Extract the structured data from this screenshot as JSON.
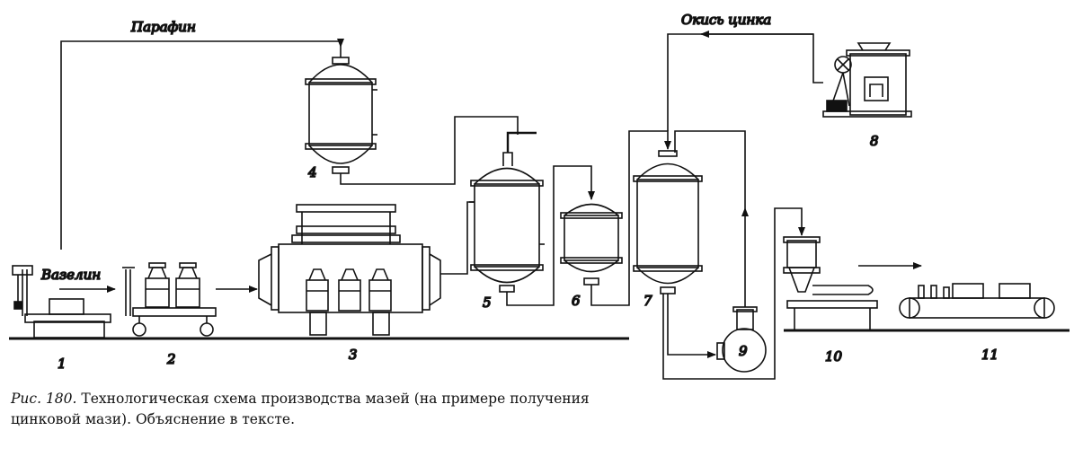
{
  "labels": {
    "paraffin": "Парафин",
    "vaseline": "Вазелин",
    "zinc_oxide": "Окись цинка"
  },
  "units": [
    "1",
    "2",
    "3",
    "4",
    "5",
    "6",
    "7",
    "8",
    "9",
    "10",
    "11"
  ],
  "caption": {
    "fig": "Рис. 180.",
    "text": "Технологическая схема производства мазей (на примере получения цинковой мази). Объяснение в тексте."
  }
}
